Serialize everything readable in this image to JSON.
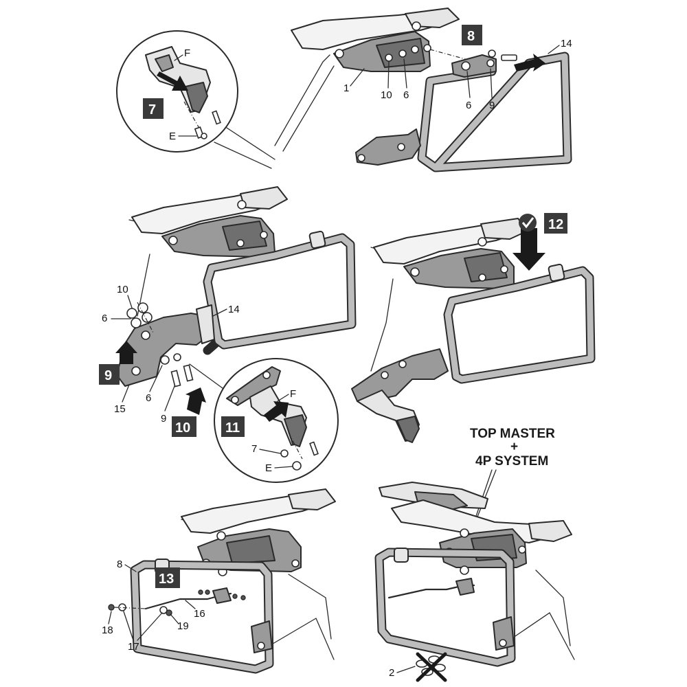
{
  "steps": {
    "s7": "7",
    "s8": "8",
    "s9": "9",
    "s10": "10",
    "s11": "11",
    "s12": "12",
    "s13": "13"
  },
  "labels": {
    "f_a": "F",
    "e_a": "E",
    "n1": "1",
    "n10_a": "10",
    "n6_a": "6",
    "n6_b": "6",
    "n9_a": "9",
    "n14_a": "14",
    "n10_b": "10",
    "n6_c": "6",
    "n14_b": "14",
    "n15": "15",
    "n6_d": "6",
    "n9_b": "9",
    "f_b": "F",
    "n7": "7",
    "e_b": "E",
    "n8": "8",
    "n18": "18",
    "n17": "17",
    "n19": "19",
    "n16": "16",
    "n2": "2"
  },
  "caption": {
    "line1": "TOP MASTER",
    "line2": "+",
    "line3": "4P SYSTEM"
  },
  "icons": {
    "check": "check-circle-icon",
    "cross": "cross-out-icon"
  }
}
